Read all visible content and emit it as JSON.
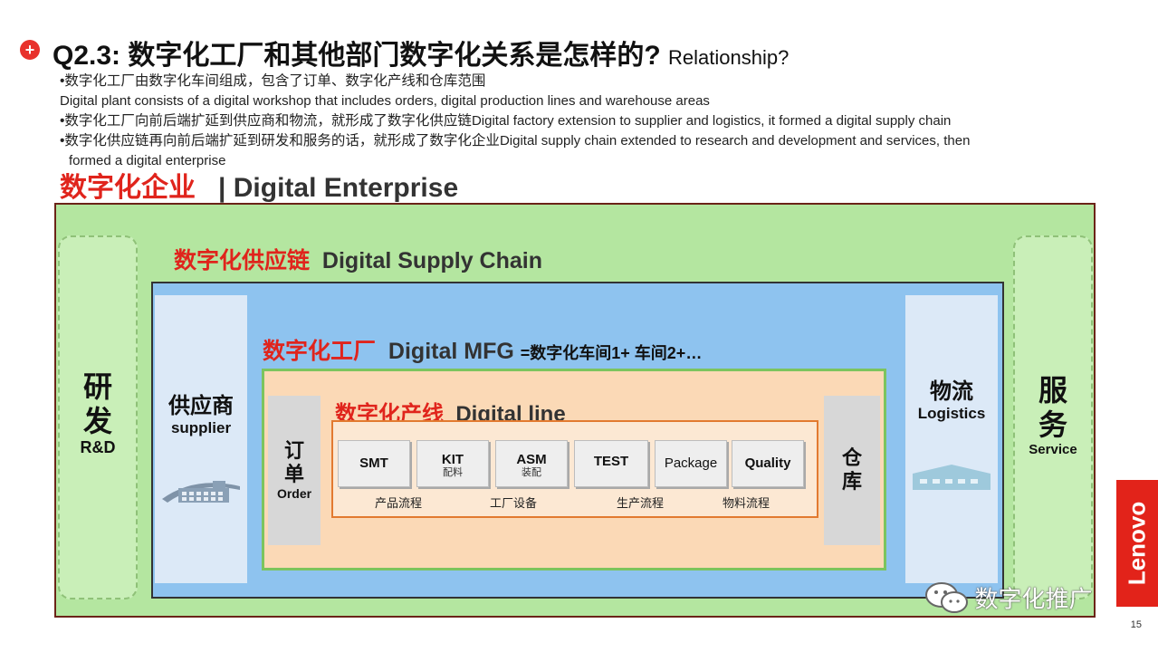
{
  "header": {
    "title_cn": "Q2.3: 数字化工厂和其他部门数字化关系是怎样的?",
    "title_en": "Relationship?"
  },
  "bullets": [
    {
      "cn": "•数字化工厂由数字化车间组成，包含了订单、数字化产线和仓库范围",
      "en": ""
    },
    {
      "cn": "",
      "en": "Digital plant consists of a digital workshop that includes orders, digital production lines and warehouse areas"
    },
    {
      "cn": "•数字化工厂向前后端扩延到供应商和物流，就形成了数字化供应链",
      "en": "Digital factory extension to supplier and logistics, it formed a digital supply chain"
    },
    {
      "cn": "•数字化供应链再向前后端扩延到研发和服务的话，就形成了数字化企业",
      "en": "Digital supply chain extended to research and development and services, then"
    },
    {
      "cn": "",
      "en": "formed a digital enterprise"
    }
  ],
  "enterprise": {
    "cn": "数字化企业",
    "en": "| Digital Enterprise"
  },
  "rd": {
    "cn1": "研",
    "cn2": "发",
    "en": "R&D"
  },
  "service": {
    "cn1": "服",
    "cn2": "务",
    "en": "Service"
  },
  "supply_chain": {
    "cn": "数字化供应链",
    "en": "Digital Supply Chain"
  },
  "supplier": {
    "cn": "供应商",
    "en": "supplier"
  },
  "logistics": {
    "cn": "物流",
    "en": "Logistics"
  },
  "mfg": {
    "cn": "数字化工厂",
    "en": "Digital MFG",
    "suffix": "=数字化车间1+ 车间2+…"
  },
  "order": {
    "cn1": "订",
    "cn2": "单",
    "en": "Order"
  },
  "warehouse": {
    "cn1": "仓",
    "cn2": "库"
  },
  "line": {
    "cn": "数字化产线",
    "en": "Digital line"
  },
  "steps": [
    {
      "label": "SMT",
      "sub": ""
    },
    {
      "label": "KIT",
      "sub": "配料"
    },
    {
      "label": "ASM",
      "sub": "装配"
    },
    {
      "label": "TEST",
      "sub": ""
    },
    {
      "label": "Package",
      "sub": ""
    },
    {
      "label": "Quality",
      "sub": ""
    }
  ],
  "flows": [
    "产品流程",
    "工厂设备",
    "生产流程",
    "物料流程"
  ],
  "brand": "Lenovo",
  "watermark": "数字化推广",
  "page_number": "15",
  "colors": {
    "accent_red": "#e0241c",
    "enterprise_green": "#b4e6a0",
    "supply_blue": "#8ec3ef",
    "mfg_orange": "#fbd9b6",
    "brand_red": "#e2231a"
  },
  "icons": {
    "title": "plus-circle-icon",
    "supplier": "building-icon",
    "logistics": "warehouse-icon",
    "watermark": "wechat-icon"
  }
}
